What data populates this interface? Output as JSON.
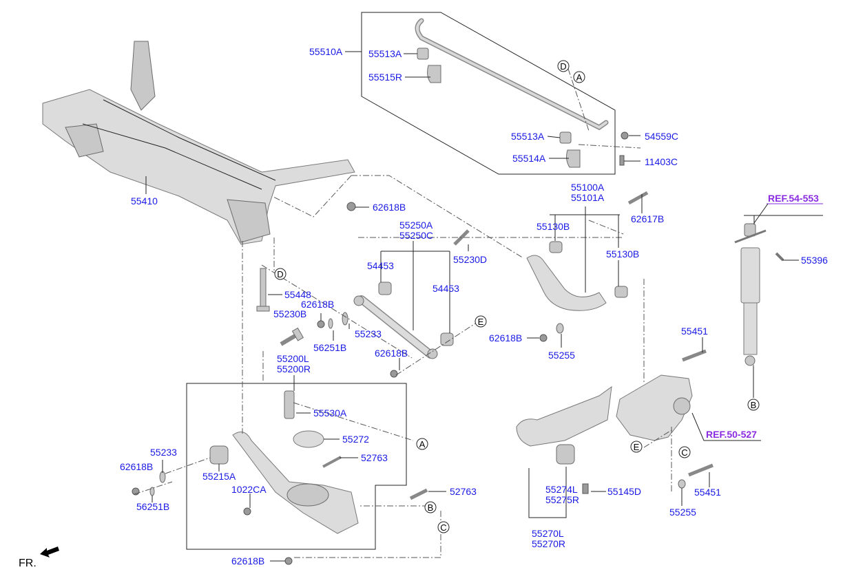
{
  "parts": {
    "p55510A": "55510A",
    "p55513A_top": "55513A",
    "p55515R": "55515R",
    "p55513A_bot": "55513A",
    "p55514A": "55514A",
    "p54559C": "54559C",
    "p11403C": "11403C",
    "p55410": "55410",
    "p62618B_a": "62618B",
    "p55250A": "55250A",
    "p55250C": "55250C",
    "p55230D": "55230D",
    "p54453_a": "54453",
    "p54453_b": "54453",
    "p55448": "55448",
    "p62618B_b": "62618B",
    "p55230B": "55230B",
    "p55233_a": "55233",
    "p56251B_a": "56251B",
    "p62618B_c": "62618B",
    "p55200L": "55200L",
    "p55200R": "55200R",
    "p55530A": "55530A",
    "p55272": "55272",
    "p52763_a": "52763",
    "p55233_b": "55233",
    "p62618B_d": "62618B",
    "p55215A": "55215A",
    "p56251B_b": "56251B",
    "p1022CA": "1022CA",
    "p52763_b": "52763",
    "p62618B_e": "62618B",
    "p55100A": "55100A",
    "p55101A": "55101A",
    "p62617B": "62617B",
    "p55130B_a": "55130B",
    "p55130B_b": "55130B",
    "p62618B_f": "62618B",
    "p55255_a": "55255",
    "p55451_a": "55451",
    "p55274L": "55274L",
    "p55275R": "55275R",
    "p55145D": "55145D",
    "p55270L": "55270L",
    "p55270R": "55270R",
    "p55255_b": "55255",
    "p55451_b": "55451",
    "p55396": "55396"
  },
  "refs": {
    "ref_shock": "REF.54-553",
    "ref_knuckle": "REF.50-527"
  },
  "markers": {
    "A": "A",
    "B": "B",
    "C": "C",
    "D": "D",
    "E": "E"
  },
  "orientation": {
    "front_label": "FR."
  },
  "colors": {
    "part_label": "#1a1ae6",
    "ref_label": "#8a2be2",
    "part_fill": "#dcdcdc"
  }
}
